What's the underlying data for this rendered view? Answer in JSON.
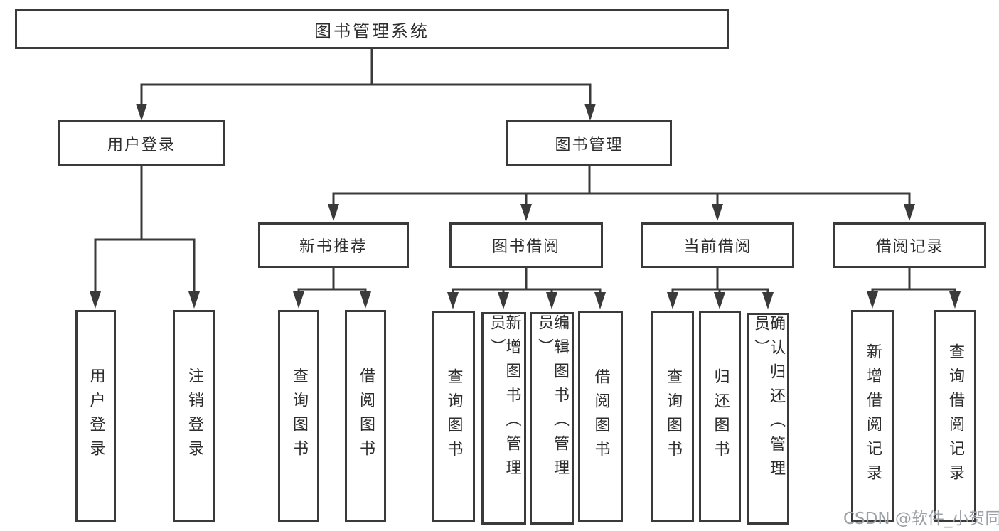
{
  "diagram": {
    "type": "hierarchy-tree",
    "root": {
      "label": "图书管理系统"
    },
    "level2": [
      {
        "label": "用户登录",
        "children": [
          {
            "label": "用户登录"
          },
          {
            "label": "注销登录"
          }
        ]
      },
      {
        "label": "图书管理",
        "children": [
          {
            "label": "新书推荐",
            "children": [
              {
                "label": "查询图书"
              },
              {
                "label": "借阅图书"
              }
            ]
          },
          {
            "label": "图书借阅",
            "children": [
              {
                "label": "查询图书"
              },
              {
                "label": "新增图书（管理员）"
              },
              {
                "label": "编辑图书（管理员）"
              },
              {
                "label": "借阅图书"
              }
            ]
          },
          {
            "label": "当前借阅",
            "children": [
              {
                "label": "查询图书"
              },
              {
                "label": "归还图书"
              },
              {
                "label": "确认归还（管理员）"
              }
            ]
          },
          {
            "label": "借阅记录",
            "children": [
              {
                "label": "新增借阅记录"
              },
              {
                "label": "查询借阅记录"
              }
            ]
          }
        ]
      }
    ]
  },
  "palette": {
    "line": "#3a3a3a",
    "box_fill": "#ffffff",
    "text": "#2d2d2d",
    "watermark": "#9ca1a7"
  },
  "watermark": {
    "text": "CSDN @软件_小贺同学"
  }
}
